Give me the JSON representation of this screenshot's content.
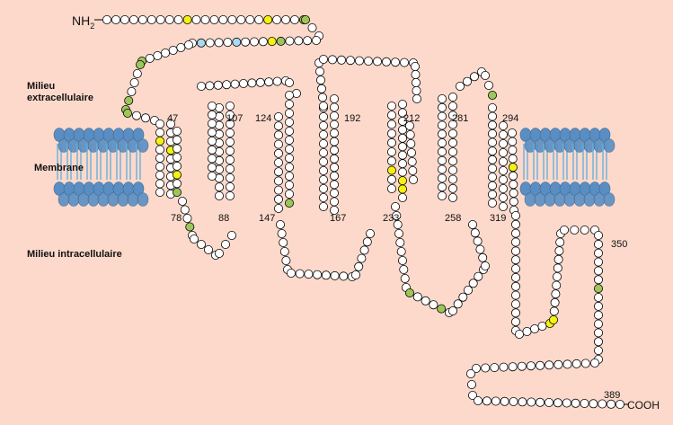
{
  "labels": {
    "extracellular": "Milieu extracellulaire",
    "membrane": "Membrane",
    "intracellular": "Milieu intracellulaire",
    "n_terminus": "NH",
    "n_terminus_sub": "2",
    "c_terminus": "COOH"
  },
  "positions": [
    "47",
    "107",
    "124",
    "192",
    "212",
    "281",
    "294",
    "78",
    "88",
    "147",
    "167",
    "233",
    "258",
    "319",
    "350",
    "389"
  ],
  "colors": {
    "background": "#fdd9cb",
    "residue_default": "#ffffff",
    "glycosylation": "#9cc65a",
    "glycine": "#f4f20f",
    "asparagine_n": "#a8daf2",
    "phosphorylation": "#e8b8e8",
    "lipid_head": "#5a8ec2",
    "lipid_tail": "#6ab0dc"
  }
}
